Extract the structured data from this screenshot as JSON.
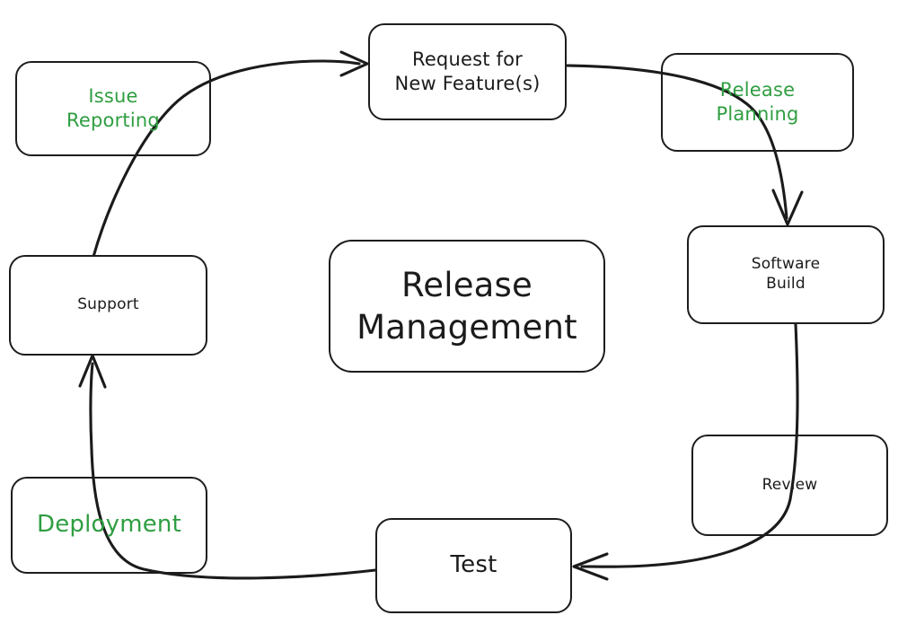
{
  "diagram": {
    "title": "Release Management",
    "type": "cycle-flowchart",
    "style": "hand-drawn",
    "background_color": "#ffffff",
    "stroke_color": "#1b1b1b",
    "accent_green": "#2f9e41",
    "default_text_color": "#1b1b1b"
  },
  "center_node": {
    "id": "release-management",
    "label": "Release\nManagement",
    "text_color": "#1b1b1b"
  },
  "nodes": [
    {
      "id": "issue-reporting",
      "label": "Issue\nReporting",
      "text_color": "#2f9e41",
      "highlighted": true
    },
    {
      "id": "request-new-features",
      "label": "Request for\nNew Feature(s)",
      "text_color": "#1b1b1b",
      "highlighted": false
    },
    {
      "id": "release-planning",
      "label": "Release\nPlanning",
      "text_color": "#2f9e41",
      "highlighted": true
    },
    {
      "id": "software-build",
      "label": "Software\nBuild",
      "text_color": "#1b1b1b",
      "highlighted": false
    },
    {
      "id": "review",
      "label": "Review",
      "text_color": "#1b1b1b",
      "highlighted": false
    },
    {
      "id": "test",
      "label": "Test",
      "text_color": "#1b1b1b",
      "highlighted": false
    },
    {
      "id": "deployment",
      "label": "Deployment",
      "text_color": "#2f9e41",
      "highlighted": true
    },
    {
      "id": "support",
      "label": "Support",
      "text_color": "#1b1b1b",
      "highlighted": false
    }
  ],
  "edges": [
    {
      "id": "edge-support-to-request",
      "from": "support",
      "to": "request-new-features",
      "arrow": true
    },
    {
      "id": "edge-request-to-software-build",
      "from": "request-new-features",
      "to": "software-build",
      "arrow": true
    },
    {
      "id": "edge-software-build-to-test",
      "from": "software-build",
      "to": "test",
      "arrow": true
    },
    {
      "id": "edge-test-to-support",
      "from": "test",
      "to": "support",
      "arrow": true
    }
  ]
}
